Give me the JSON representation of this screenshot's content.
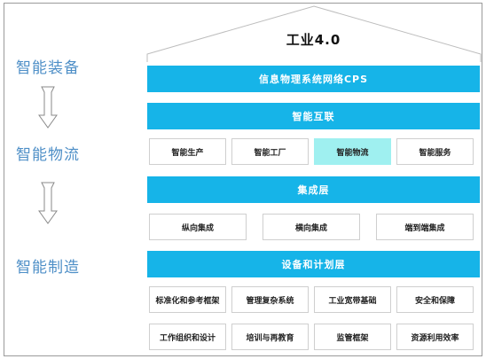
{
  "top_title": "工业4.0",
  "side_labels": [
    "智能装备",
    "智能物流",
    "智能制造"
  ],
  "bars": {
    "cps": "信息物理系统网络CPS",
    "interconnect": "智能互联",
    "integration_layer": "集成层",
    "equipment_planning": "设备和计划层"
  },
  "row1": [
    "智能生产",
    "智能工厂",
    "智能物流",
    "智能服务"
  ],
  "row1_highlight_index": 2,
  "row2": [
    "纵向集成",
    "横向集成",
    "端到端集成"
  ],
  "row3": [
    "标准化和参考框架",
    "管理复杂系统",
    "工业宽带基础",
    "安全和保障"
  ],
  "row4": [
    "工作组织和设计",
    "培训与再教育",
    "监管框架",
    "资源利用效率"
  ],
  "colors": {
    "bar": "#16b4e8",
    "highlight": "#9ff0f0",
    "side_text": "#4e8fc7"
  }
}
